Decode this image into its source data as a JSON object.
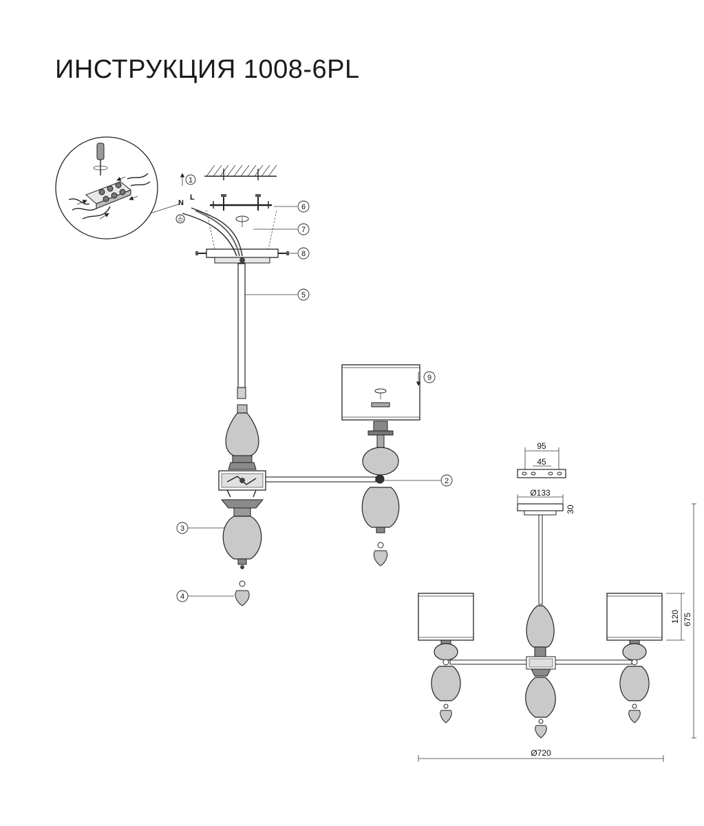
{
  "title": "ИНСТРУКЦИЯ 1008-6PL",
  "callouts": {
    "c1": "1",
    "c2": "2",
    "c3": "3",
    "c4": "4",
    "c5": "5",
    "c6": "6",
    "c7": "7",
    "c8": "8",
    "c9": "9"
  },
  "wire_labels": {
    "neutral": "N",
    "live": "L"
  },
  "dimensions": {
    "bracket_width": "95",
    "bracket_holes": "45",
    "canopy_diameter": "Ø133",
    "canopy_height": "30",
    "shade_height": "120",
    "total_height": "675",
    "total_diameter": "Ø720"
  }
}
